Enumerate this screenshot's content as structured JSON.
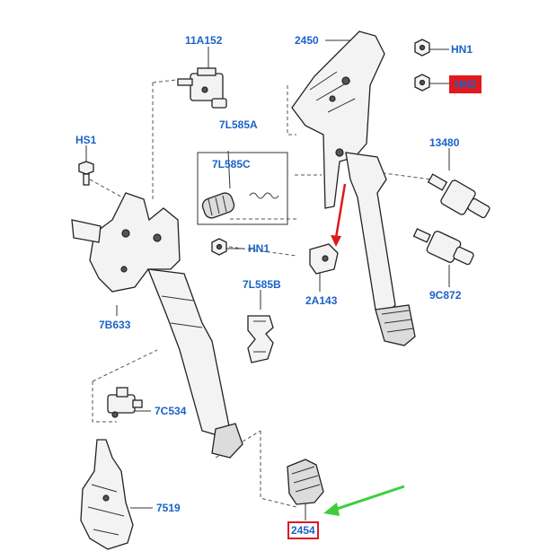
{
  "labels": {
    "l_11a152": "11A152",
    "l_2450": "2450",
    "l_hn1_top": "HN1",
    "l_hn2": "HN2",
    "l_hs1": "HS1",
    "l_7l585a": "7L585A",
    "l_7l585c": "7L585C",
    "l_13480": "13480",
    "l_hn1_mid": "HN1",
    "l_2a143": "2A143",
    "l_7l585b": "7L585B",
    "l_7b633": "7B633",
    "l_9c872": "9C872",
    "l_7c534": "7C534",
    "l_7519": "7519",
    "l_2454": "2454"
  },
  "colors": {
    "label_text": "#1a63c8",
    "highlight_red": "#e0191e",
    "arrow_red": "#e0191e",
    "arrow_green": "#3ccf3c"
  }
}
